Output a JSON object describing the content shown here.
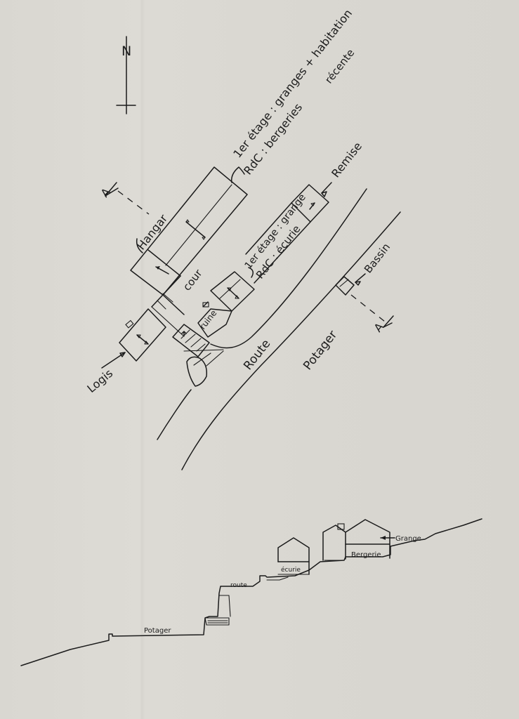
{
  "plan": {
    "north": "N",
    "hangar": "Hangar",
    "upper_building_floor1": "1er étage : granges + habitation",
    "upper_building_floor1_cont": "récente",
    "upper_building_rdc": "RdC : bergeries",
    "remise": "Remise",
    "middle_building_floor1": "1er étage : grange",
    "middle_building_rdc": "RdC : écurie",
    "cour": "cour",
    "ruine": "ruine",
    "logis": "Logis",
    "route": "Route",
    "potager": "Potager",
    "bassin": "Bassin",
    "section_mark_a": "A",
    "section_mark_b": "A"
  },
  "section": {
    "grange": "Grange",
    "bergerie": "Bergerie",
    "ecurie": "écurie",
    "route": "route",
    "potager": "Potager"
  }
}
